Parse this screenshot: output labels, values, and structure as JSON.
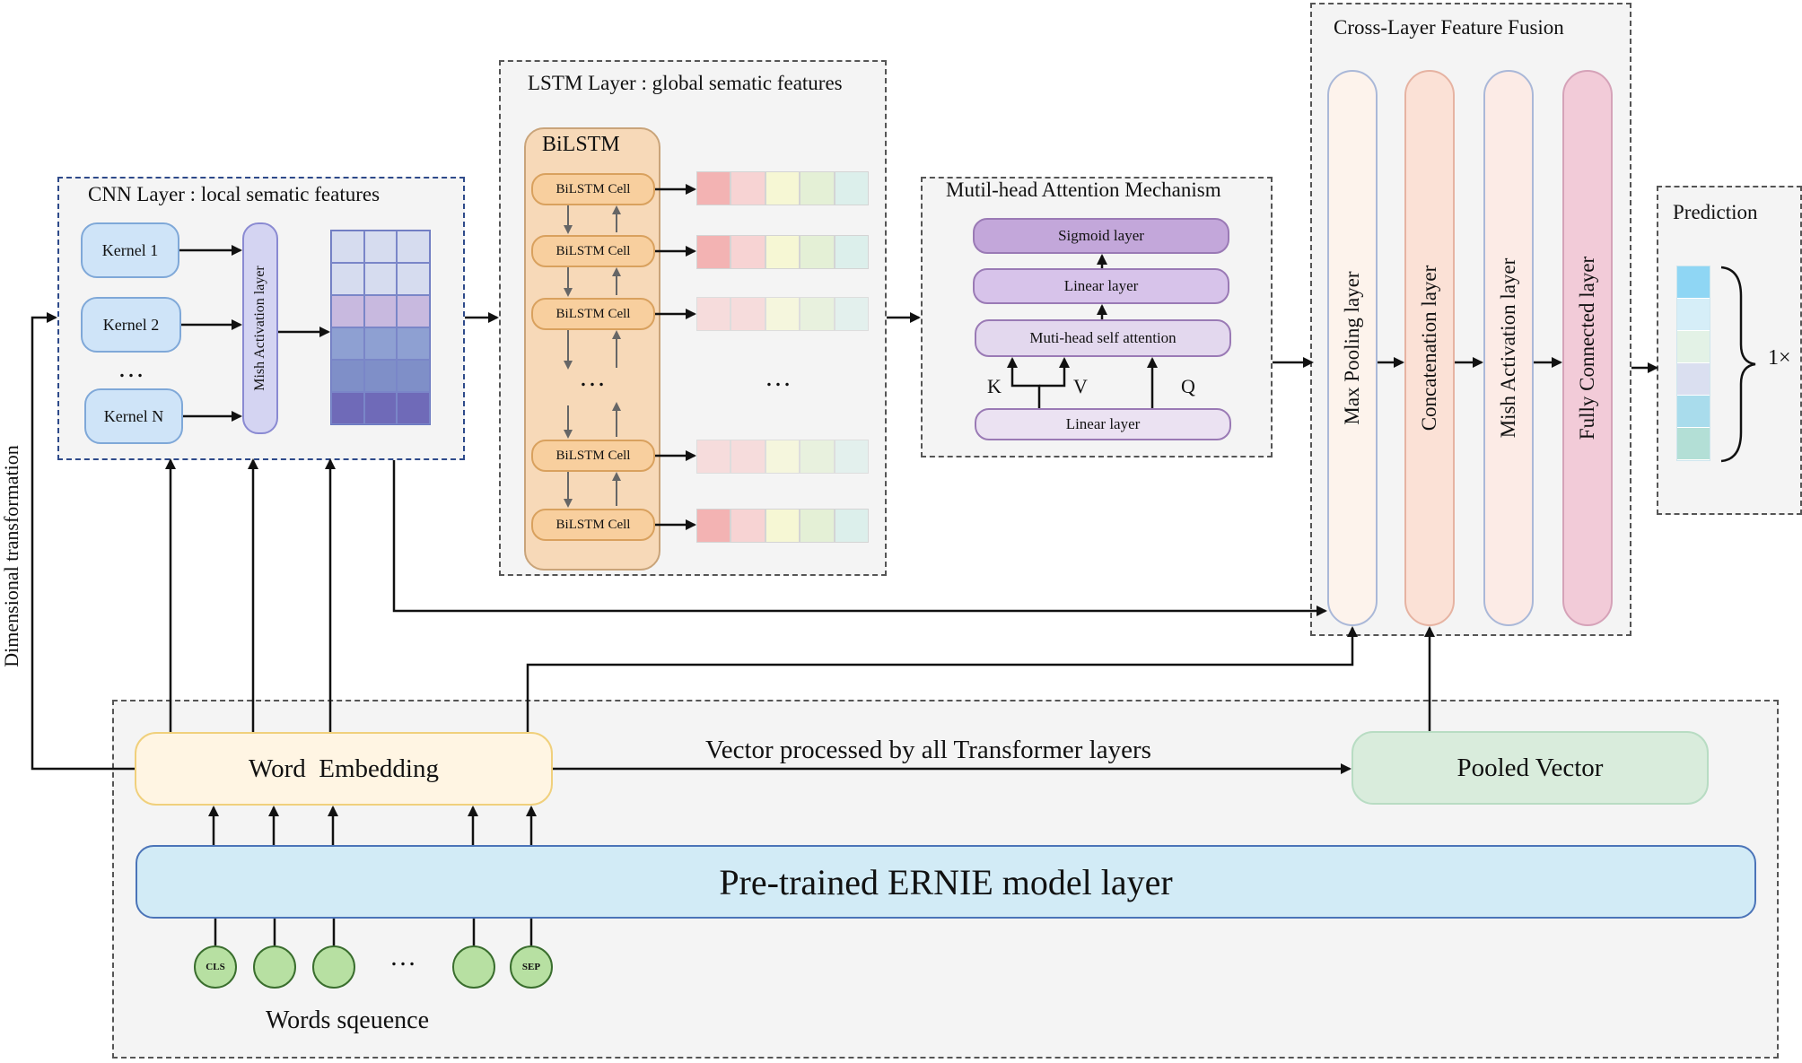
{
  "cnn": {
    "title": "CNN Layer : local sematic features",
    "kernels": [
      "Kernel 1",
      "Kernel 2",
      "Kernel N"
    ],
    "dots": "…",
    "mish_label": "Mish Activation layer",
    "feature_colors": [
      "#d6dcef",
      "#d6dcef",
      "#c8b9df",
      "#8ea0d2",
      "#7f8fc8",
      "#6f6ab8"
    ]
  },
  "lstm": {
    "title": "LSTM Layer : global sematic features",
    "block_label": "BiLSTM",
    "cell_label": "BiLSTM Cell",
    "dots": "…",
    "vector_colors": [
      "#f3b3b3",
      "#f7d3d3",
      "#f6f7d4",
      "#e4f0d6",
      "#dcefeb"
    ]
  },
  "attention": {
    "title": "Mutil-head Attention Mechanism",
    "layers": [
      "Sigmoid layer",
      "Linear layer",
      "Muti-head self attention",
      "Linear layer"
    ],
    "k": "K",
    "v": "V",
    "q": "Q"
  },
  "fusion": {
    "title": "Cross-Layer Feature Fusion",
    "layers": [
      {
        "label": "Max Pooling layer",
        "color": "#fdf3ec"
      },
      {
        "label": "Concatenation layer",
        "color": "#fbe1d6"
      },
      {
        "label": "Mish Activation layer",
        "color": "#fcebe6"
      },
      {
        "label": "Fully Connected layer",
        "color": "#f2cbd8"
      }
    ]
  },
  "prediction": {
    "title": "Prediction",
    "size_label": "1×",
    "colors": [
      "#8fd6f4",
      "#d6eef8",
      "#e3f2e6",
      "#dadff0",
      "#a9dcec",
      "#b3dfd6"
    ]
  },
  "side_label": "Dimensional transformation",
  "bottom": {
    "word_embedding": "Word  Embedding",
    "vector_text": "Vector processed by all Transformer layers",
    "pooled_vector": "Pooled Vector",
    "ernie": "Pre-trained ERNIE model layer",
    "tokens": [
      "CLS",
      "",
      "",
      "",
      "SEP"
    ],
    "dots": "…",
    "words_sequence": "Words sqeuence"
  }
}
